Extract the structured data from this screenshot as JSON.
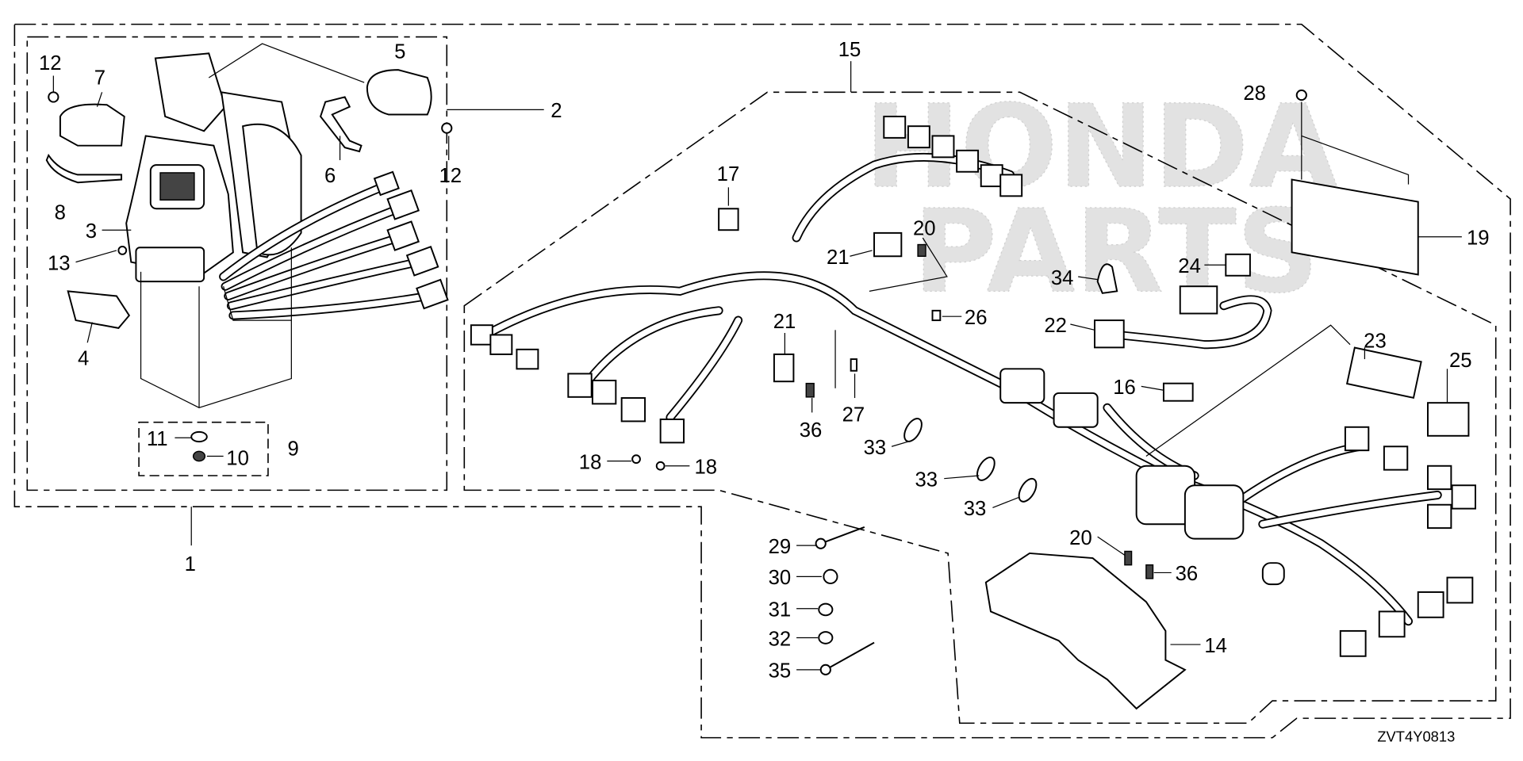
{
  "diagram": {
    "watermark": [
      "HONDA",
      "PARTS"
    ],
    "code": "ZVT4Y0813",
    "callouts": [
      "12",
      "7",
      "5",
      "2",
      "6",
      "12",
      "8",
      "3",
      "13",
      "4",
      "11",
      "10",
      "9",
      "1",
      "15",
      "17",
      "28",
      "19",
      "20",
      "21",
      "34",
      "24",
      "26",
      "22",
      "21",
      "23",
      "25",
      "27",
      "36",
      "16",
      "33",
      "33",
      "33",
      "18",
      "18",
      "20",
      "36",
      "29",
      "30",
      "31",
      "32",
      "35",
      "14"
    ]
  }
}
